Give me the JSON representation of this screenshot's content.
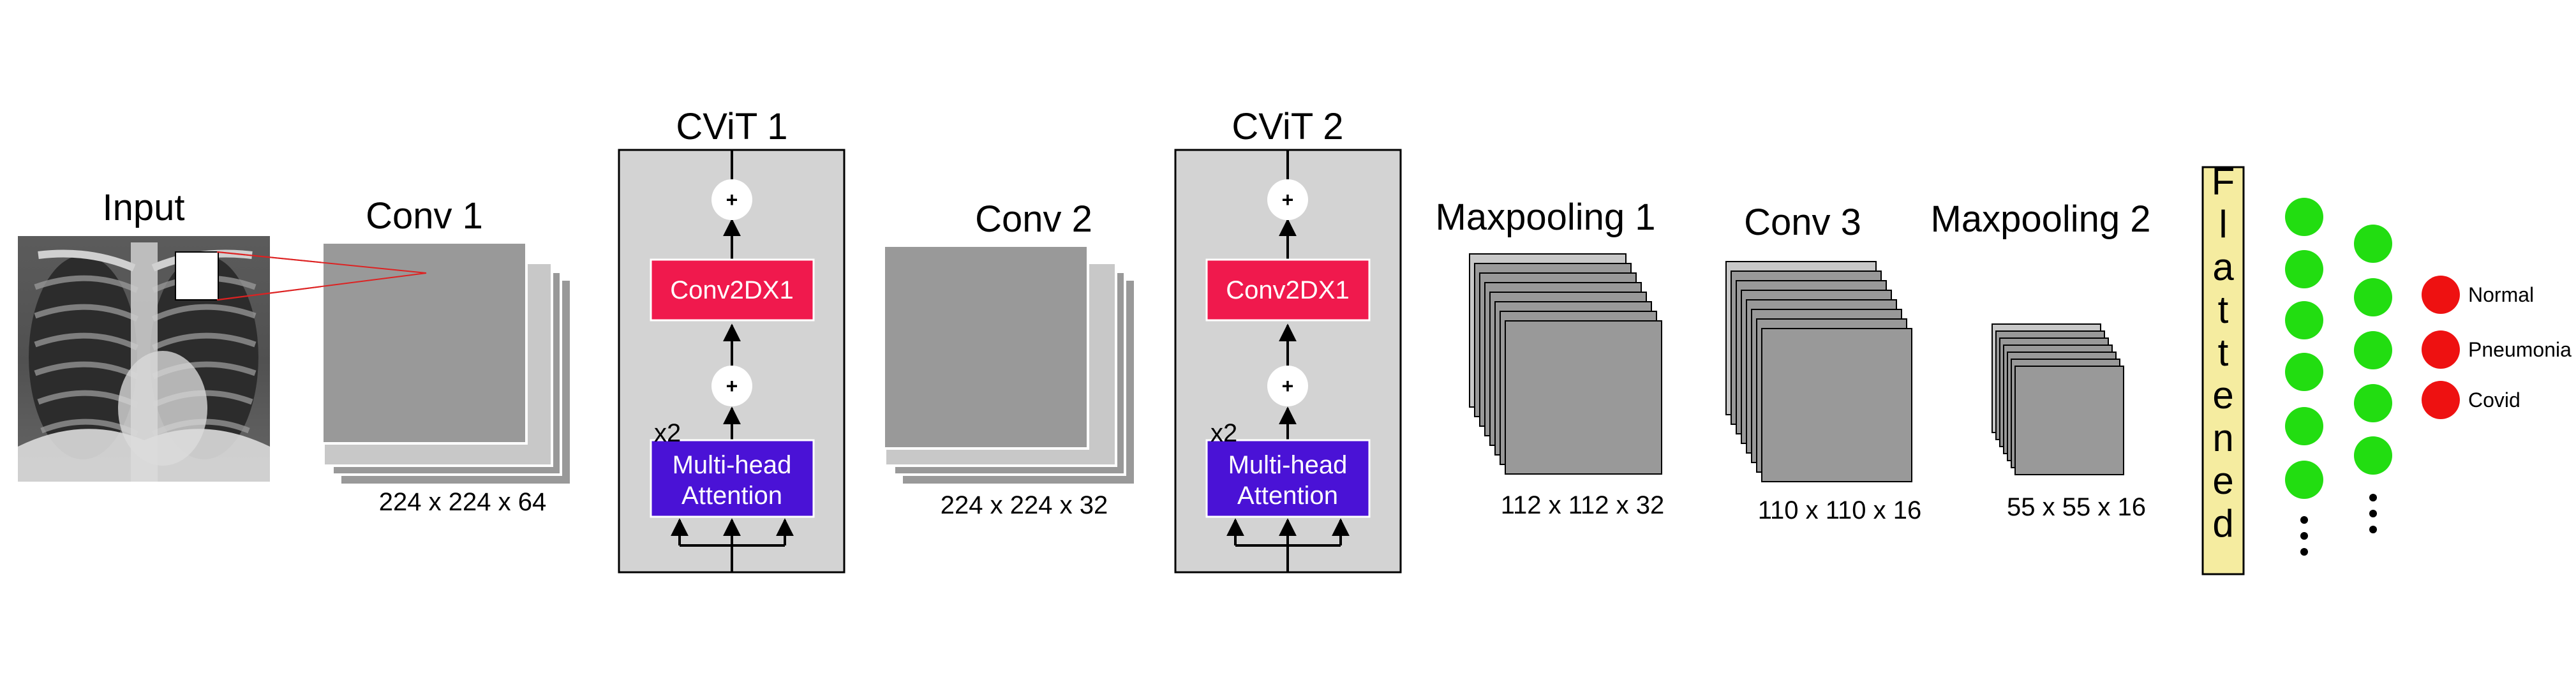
{
  "input": {
    "title": "Input"
  },
  "conv1": {
    "title": "Conv 1",
    "dims": "224 x 224 x 64"
  },
  "cvit1": {
    "title": "CViT 1",
    "conv_label": "Conv2DX1",
    "attention_line1": "Multi-head",
    "attention_line2": "Attention",
    "repeat": "x2",
    "plus": "+"
  },
  "conv2": {
    "title": "Conv 2",
    "dims": "224 x 224 x 32"
  },
  "cvit2": {
    "title": "CViT 2",
    "conv_label": "Conv2DX1",
    "attention_line1": "Multi-head",
    "attention_line2": "Attention",
    "repeat": "x2",
    "plus": "+"
  },
  "maxpool1": {
    "title": "Maxpooling 1",
    "dims": "112 x 112 x 32"
  },
  "conv3": {
    "title": "Conv 3",
    "dims": "110 x 110 x 16"
  },
  "maxpool2": {
    "title": "Maxpooling 2",
    "dims": "55 x 55 x 16"
  },
  "flattened": {
    "letters": [
      "F",
      "l",
      "a",
      "t",
      "t",
      "e",
      "n",
      "e",
      "d"
    ]
  },
  "outputs": {
    "classes": [
      "Normal",
      "Pneumonia",
      "Covid"
    ]
  },
  "colors": {
    "feature_map": "#999999",
    "feature_map_light": "#c8c8c8",
    "block_bg": "#d3d3d3",
    "conv_box": "#f0194d",
    "attention_box": "#4a12d6",
    "flatten_bg": "#f5eca0",
    "neuron": "#22dd11",
    "output": "#ee1111",
    "highlight_line": "#dd2222"
  }
}
